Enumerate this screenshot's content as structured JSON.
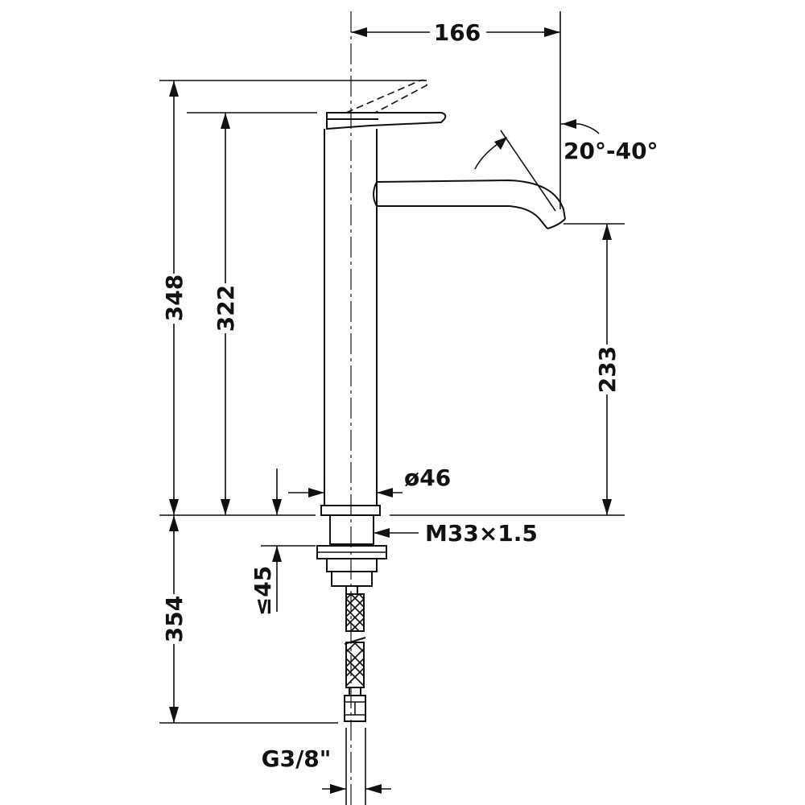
{
  "dimensions": {
    "spout_reach": "166",
    "lever_angle": "20°-40°",
    "total_height": "348",
    "body_height": "322",
    "spout_height": "233",
    "body_diameter": "ø46",
    "thread": "M33×1.5",
    "max_thickness": "≤45",
    "hose_length": "354",
    "hose_connection": "G3/8\""
  },
  "colors": {
    "line": "#111111",
    "background": "#ffffff"
  }
}
